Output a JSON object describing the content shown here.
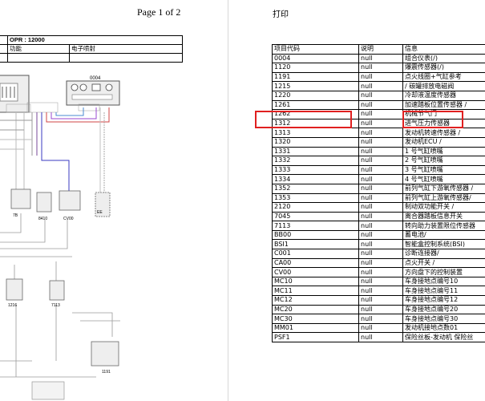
{
  "left_page": {
    "page_indicator": "Page 1 of 2",
    "header": {
      "opr": "OPR : 12000",
      "function_label": "功能",
      "function_value": "电子喷射"
    },
    "diagram_labels": {
      "top_module": "0004",
      "connector_a": "8410",
      "connector_b": "CV00",
      "connector_c": "1216",
      "connector_d": "7113",
      "connector_e": "1191",
      "small_1": "7B",
      "small_2": "EE"
    }
  },
  "right_page": {
    "title": "打印",
    "table": {
      "headers": [
        "项目代码",
        "说明",
        "信息"
      ],
      "rows": [
        [
          "0004",
          "null",
          "组合仪表(/)"
        ],
        [
          "1120",
          "null",
          "爆震传感器(/)"
        ],
        [
          "1191",
          "null",
          "点火线圈+气缸参考"
        ],
        [
          "1215",
          "null",
          "/ 碳罐排放电磁阀"
        ],
        [
          "1220",
          "null",
          "冷却液温度传感器"
        ],
        [
          "1261",
          "null",
          "加速踏板位置传感器 /"
        ],
        [
          "1262",
          "null",
          "机械节气门"
        ],
        [
          "1312",
          "null",
          "进气压力传感器"
        ],
        [
          "1313",
          "null",
          "发动机转速传感器 /"
        ],
        [
          "1320",
          "null",
          "发动机ECU /"
        ],
        [
          "1331",
          "null",
          "1 号气缸喷嘴"
        ],
        [
          "1332",
          "null",
          "2 号气缸喷嘴"
        ],
        [
          "1333",
          "null",
          "3 号气缸喷嘴"
        ],
        [
          "1334",
          "null",
          "4 号气缸喷嘴"
        ],
        [
          "1352",
          "null",
          "前列气缸下游氧传感器 /"
        ],
        [
          "1353",
          "null",
          "前列气缸上游氧传感器/"
        ],
        [
          "2120",
          "null",
          "制动双功能开关 /"
        ],
        [
          "7045",
          "null",
          "离合器踏板信息开关"
        ],
        [
          "7113",
          "null",
          "转向助力装置限位传感器"
        ],
        [
          "BB00",
          "null",
          "蓄电池/"
        ],
        [
          "BSI1",
          "null",
          "智能盒控制系统(BSI)"
        ],
        [
          "C001",
          "null",
          "诊断连接器/"
        ],
        [
          "CA00",
          "null",
          "点火开关 /"
        ],
        [
          "CV00",
          "null",
          "方向盘下的控制装置"
        ],
        [
          "MC10",
          "null",
          "车身接地点编号10"
        ],
        [
          "MC11",
          "null",
          "车身接地点编号11"
        ],
        [
          "MC12",
          "null",
          "车身接地点编号12"
        ],
        [
          "MC20",
          "null",
          "车身接地点编号20"
        ],
        [
          "MC30",
          "null",
          "车身接地点编号30"
        ],
        [
          "MM01",
          "null",
          "发动机接地点数01"
        ],
        [
          "PSF1",
          "null",
          "保险丝板-发动机 保险丝"
        ]
      ]
    },
    "highlight_color": "#e02020"
  }
}
